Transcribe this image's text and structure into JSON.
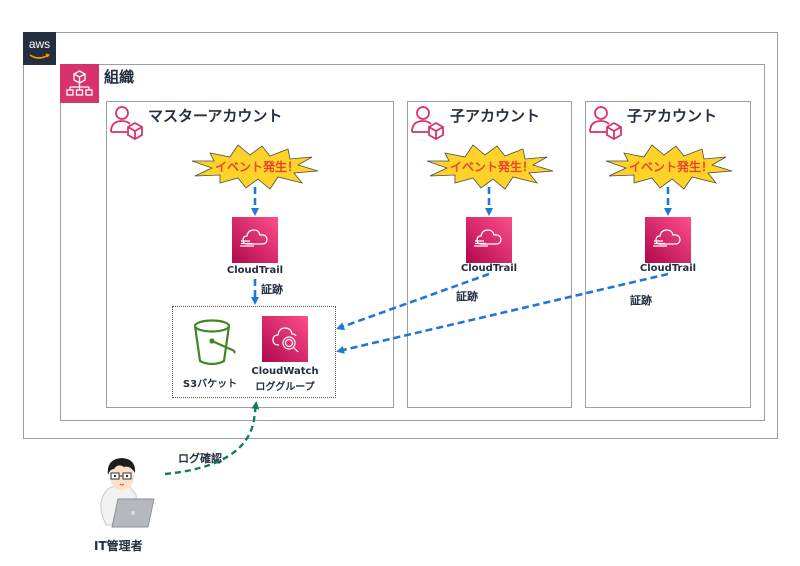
{
  "aws_logo": {
    "text": "aws"
  },
  "organization": {
    "title": "組織",
    "icon": "organizations-icon"
  },
  "accounts": [
    {
      "id": "master",
      "title": "マスターアカウント",
      "icon": "account-icon",
      "event_label": "イベント発生！",
      "service_label": "CloudTrail",
      "evidence_label": "証跡"
    },
    {
      "id": "child1",
      "title": "子アカウント",
      "icon": "account-icon",
      "event_label": "イベント発生！",
      "service_label": "CloudTrail",
      "evidence_label": "証跡"
    },
    {
      "id": "child2",
      "title": "子アカウント",
      "icon": "account-icon",
      "event_label": "イベント発生！",
      "service_label": "CloudTrail",
      "evidence_label": "証跡"
    }
  ],
  "storage_group": {
    "s3": {
      "label": "S3バケット",
      "icon": "s3-bucket-icon"
    },
    "cloudwatch": {
      "label_line1": "CloudWatch",
      "label_line2": "ロググループ",
      "icon": "cloudwatch-logs-icon"
    }
  },
  "admin": {
    "label": "IT管理者",
    "action_label": "ログ確認",
    "icon": "it-admin-person-icon"
  },
  "colors": {
    "service_pink_start": "#b0084d",
    "service_pink_end": "#ff4f8b",
    "account_icon": "#d6336c",
    "arrow_blue": "#1f78d1",
    "arrow_green": "#137a63",
    "s3_green": "#3f8624",
    "burst_fill": "#fdd32a",
    "burst_text": "#e8452c",
    "aws_dark": "#232f3e"
  }
}
